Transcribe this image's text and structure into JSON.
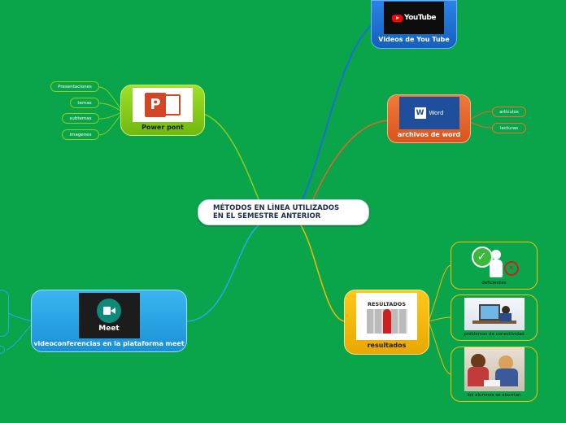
{
  "central": {
    "line1": "MÉTODOS EN LÍNEA UTILIZADOS",
    "line2": "EN EL SEMESTRE ANTERIOR"
  },
  "youtube": {
    "logo_text": "YouTube",
    "caption": "Videos de You Tube"
  },
  "word": {
    "logo_text": "Word",
    "caption": "archivos de word",
    "leaves": [
      "articulos",
      "lecturas"
    ]
  },
  "powerpoint": {
    "logo_letter": "P",
    "caption": "Power pont",
    "leaves": [
      "Presentaciones",
      "temas",
      "subtemas",
      "imagenes"
    ]
  },
  "meet": {
    "logo_text": "Meet",
    "caption": "videoconferencias en la plataforma meet"
  },
  "resultados": {
    "image_title": "RESULTADOS",
    "caption": "resultados",
    "subnodes": [
      {
        "caption": "deficientes",
        "icon": "check-and-cross-figure-icon"
      },
      {
        "caption": "problemas de conectividad",
        "icon": "computer-desk-photo"
      },
      {
        "caption": "los alumnos se aburrian",
        "icon": "bored-students-photo"
      }
    ]
  },
  "colors": {
    "background": "#0aa44a",
    "youtube": "#1a6fd4",
    "word": "#e8642a",
    "powerpoint": "#8ccf1a",
    "meet": "#29a9e8",
    "resultados": "#f5b800"
  }
}
